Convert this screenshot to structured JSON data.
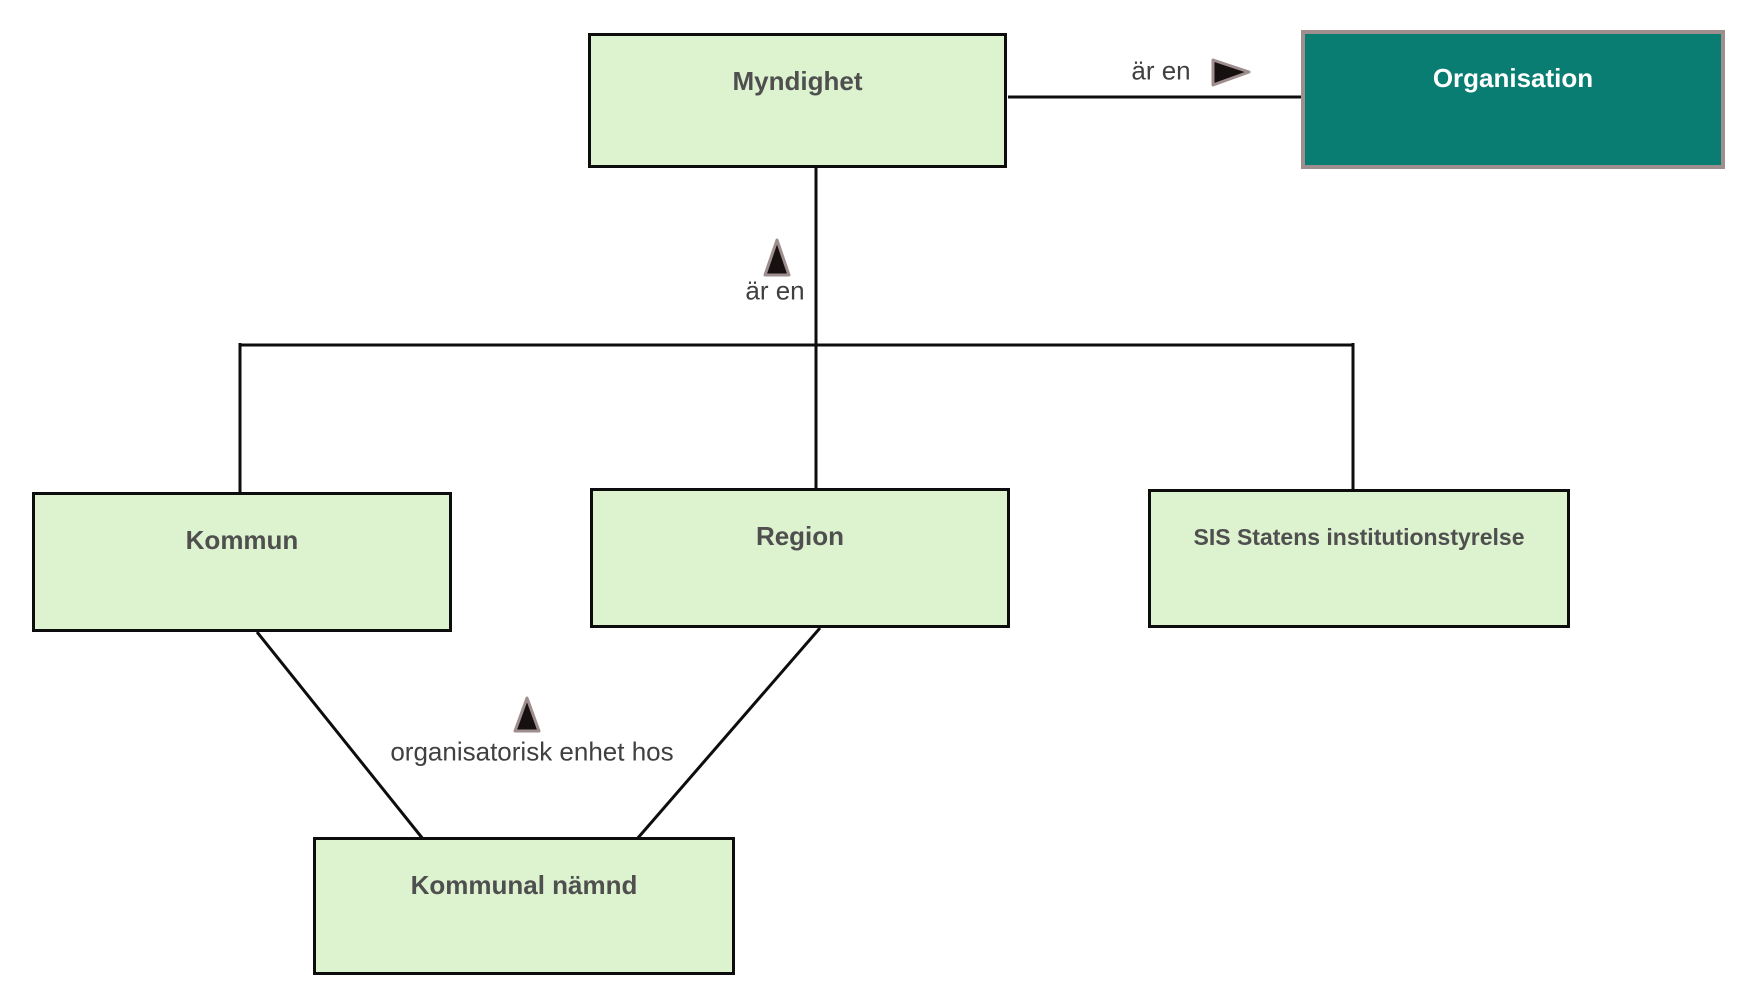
{
  "diagram": {
    "type": "concept-model",
    "nodes": [
      {
        "id": "myndighet",
        "label": "Myndighet",
        "style": "entity"
      },
      {
        "id": "organisation",
        "label": "Organisation",
        "style": "highlighted-entity"
      },
      {
        "id": "kommun",
        "label": "Kommun",
        "style": "entity"
      },
      {
        "id": "region",
        "label": "Region",
        "style": "entity"
      },
      {
        "id": "sis",
        "label": "SIS Statens institutionstyrelse",
        "style": "entity"
      },
      {
        "id": "kommunal_namnd",
        "label": "Kommunal nämnd",
        "style": "entity"
      }
    ],
    "edges": [
      {
        "from": "Myndighet",
        "to": "Organisation",
        "label": "är en",
        "arrow_direction": "right"
      },
      {
        "from": "Kommun, Region, SIS Statens institutionstyrelse",
        "to": "Myndighet",
        "label": "är en",
        "arrow_direction": "up"
      },
      {
        "from": "Kommunal nämnd",
        "to": "Kommun, Region",
        "label": "organisatorisk enhet hos",
        "arrow_direction": "up"
      }
    ],
    "colors": {
      "node_fill": "#ddf2cf",
      "node_border": "#0d0d0d",
      "node_text": "#4f4f4f",
      "highlight_fill": "#0a7d72",
      "highlight_border": "#9e8e8e",
      "highlight_text": "#ffffff",
      "edge_color": "#0d0d0d",
      "label_color": "#404040",
      "arrow_fill": "#161010",
      "arrow_border": "#9e8e8e",
      "canvas_bg": "#ffffff"
    }
  }
}
